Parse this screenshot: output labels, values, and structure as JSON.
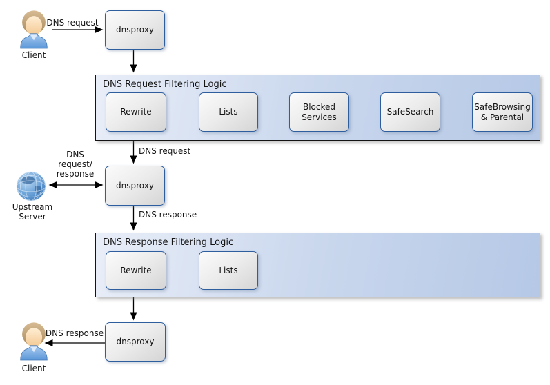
{
  "nodes": {
    "client_top": "Client",
    "dnsproxy_top": "dnsproxy",
    "dnsproxy_middle": "dnsproxy",
    "dnsproxy_bottom": "dnsproxy",
    "upstream_server": "Upstream\nServer",
    "client_bottom": "Client"
  },
  "request_filtering": {
    "title": "DNS Request Filtering Logic",
    "steps": [
      "Rewrite",
      "Lists",
      "Blocked Services",
      "SafeSearch",
      "SafeBrowsing & Parental"
    ]
  },
  "response_filtering": {
    "title": "DNS Response Filtering Logic",
    "steps": [
      "Rewrite",
      "Lists"
    ]
  },
  "edge_labels": {
    "client_to_proxy": "DNS request",
    "request_filter_to_proxy": "DNS request",
    "upstream_exchange": "DNS\nrequest/\nresponse",
    "proxy_to_response_filter": "DNS response",
    "proxy_to_client": "DNS response"
  },
  "colors": {
    "container_fill_start": "#e9eef8",
    "container_fill_end": "#b5c8e6",
    "container_border": "#141414",
    "box_border": "#2f5e9e",
    "box_fill_start": "#fbfbfb",
    "box_fill_end": "#d5d5d5",
    "arrow": "#000000",
    "text": "#141414"
  }
}
